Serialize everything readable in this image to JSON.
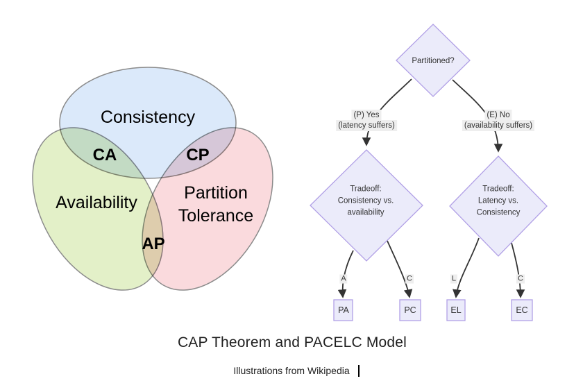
{
  "slide": {
    "title": "CAP Theorem and PACELC Model",
    "subtitle": "Illustrations from Wikipedia"
  },
  "venn": {
    "consistency": "Consistency",
    "availability": "Availability",
    "partition_line1": "Partition",
    "partition_line2": "Tolerance",
    "ca": "CA",
    "cp": "CP",
    "ap": "AP"
  },
  "flowchart": {
    "root": "Partitioned?",
    "left_branch": {
      "line1": "(P) Yes",
      "line2": "(latency suffers)"
    },
    "right_branch": {
      "line1": "(E) No",
      "line2": "(availability suffers)"
    },
    "left_tradeoff": {
      "line1": "Tradeoff:",
      "line2": "Consistency vs.",
      "line3": "availability"
    },
    "right_tradeoff": {
      "line1": "Tradeoff:",
      "line2": "Latency vs.",
      "line3": "Consistency"
    },
    "edges": {
      "a": "A",
      "c1": "C",
      "l": "L",
      "c2": "C"
    },
    "boxes": {
      "pa": "PA",
      "pc": "PC",
      "el": "EL",
      "ec": "EC"
    }
  },
  "colors": {
    "venn_blue": "#DBE9FA",
    "venn_green": "#E3F0C8",
    "venn_pink": "#FADADD",
    "venn_stroke": "#8B8B8B",
    "node_fill": "#EBEBFA",
    "node_stroke": "#B1A0E6",
    "edge_color": "#333333",
    "label_bg": "#EEEEEE"
  }
}
